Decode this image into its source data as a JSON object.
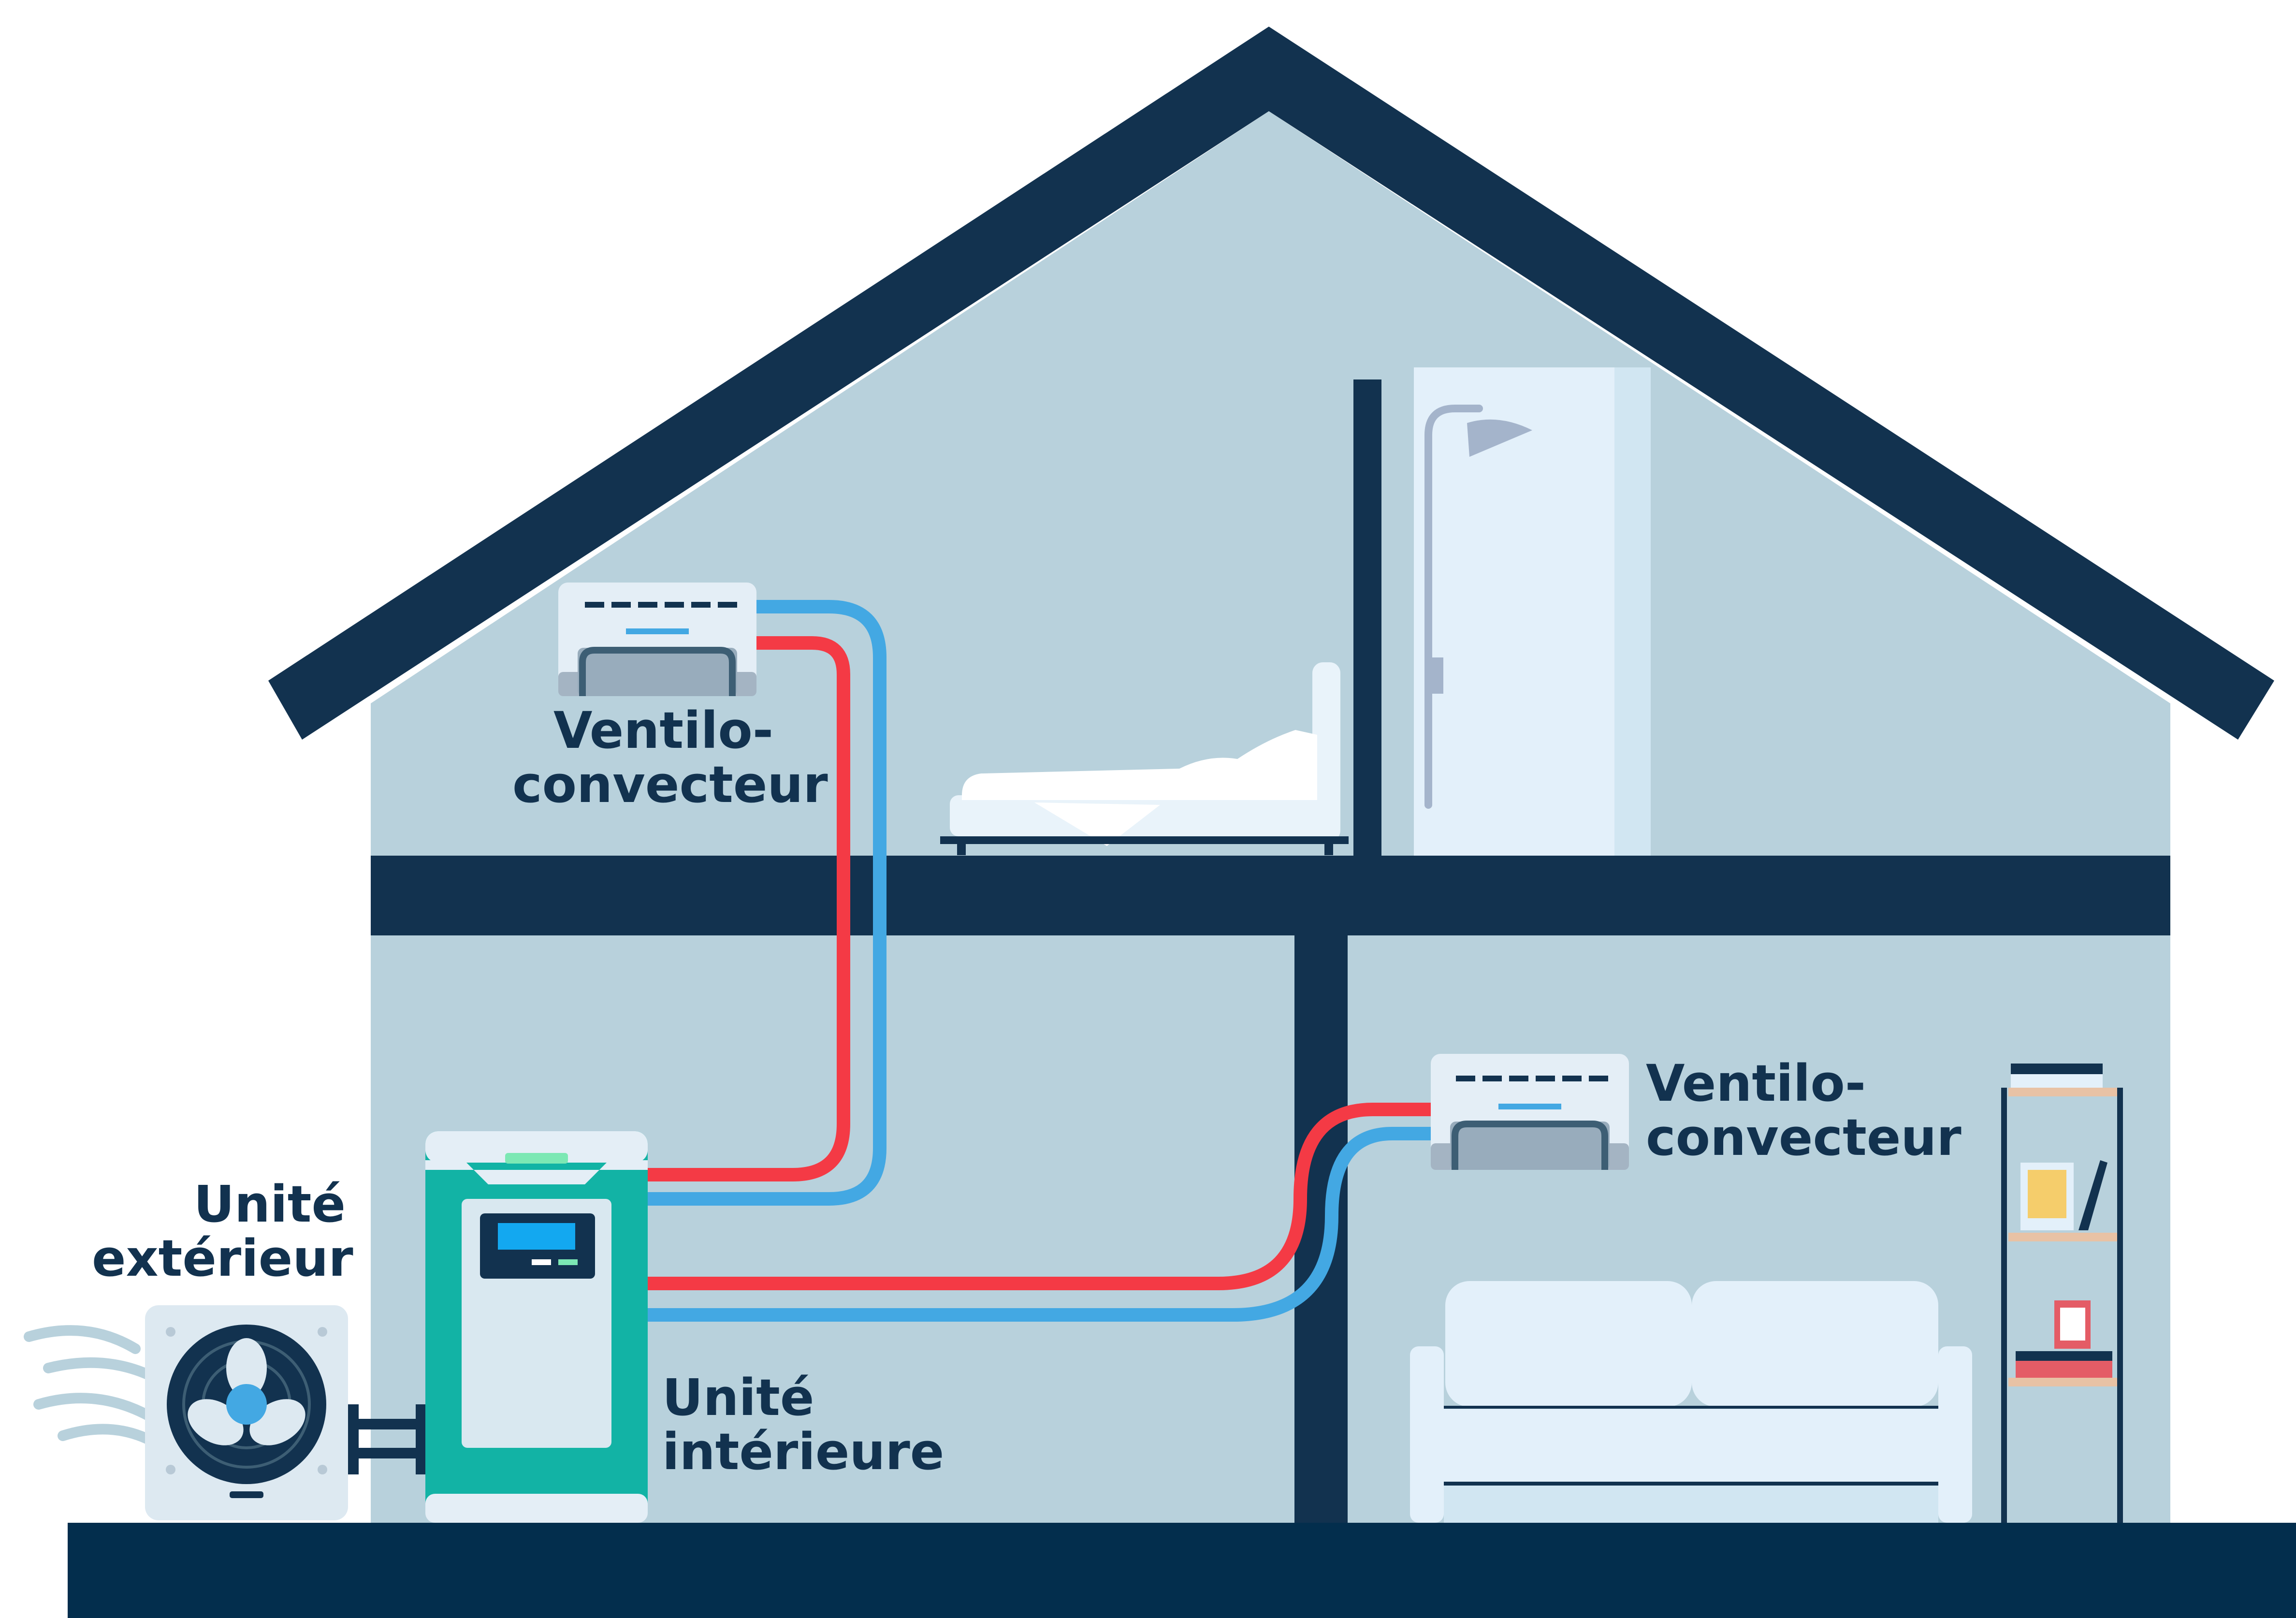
{
  "labels": {
    "fan_coil_upper": {
      "line1": "Ventilo-",
      "line2": "convecteur"
    },
    "fan_coil_lower": {
      "line1": "Ventilo-",
      "line2": "convecteur"
    },
    "outdoor_unit": {
      "line1": "Unité",
      "line2": "extérieur"
    },
    "indoor_unit": {
      "line1": "Unité",
      "line2": "intérieure"
    }
  },
  "colors": {
    "structure": "#12324f",
    "wall": "#b8d1dc",
    "hot_pipe": "#f43a45",
    "cold_pipe": "#43a8e3",
    "indoor_unit_body": "#12b3a5",
    "unit_panel": "#e4eef6",
    "furniture": "#e3f0fa"
  },
  "icons": {
    "outdoor_unit": "fan-icon",
    "indoor_unit": "heat-pump-indoor-unit-icon",
    "fan_coil": "wall-fan-coil-icon",
    "shower": "shower-icon",
    "bed": "bed-icon",
    "sofa": "sofa-icon",
    "shelf": "bookshelf-icon"
  }
}
